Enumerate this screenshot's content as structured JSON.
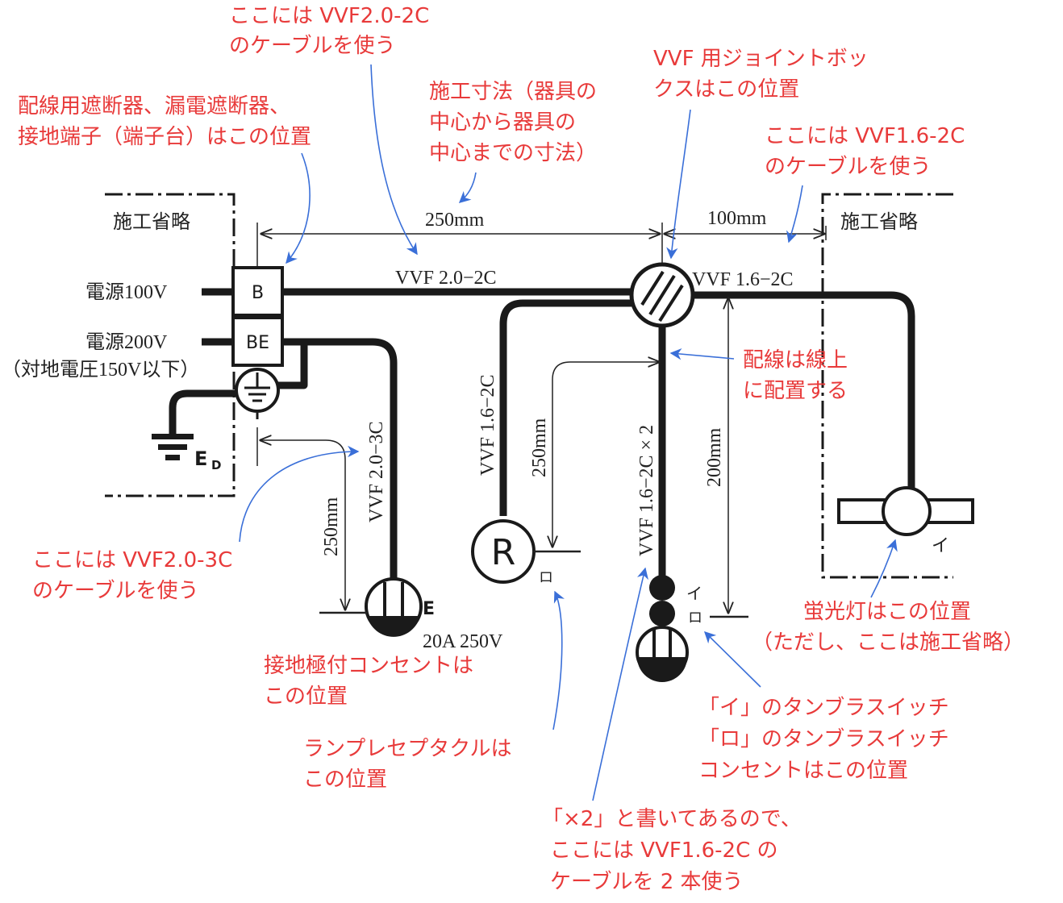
{
  "areas": {
    "omit_left": "施工省略",
    "omit_right": "施工省略"
  },
  "power": {
    "v100": "電源100V",
    "v200": "電源200V",
    "v200_note": "（対地電圧150V以下）",
    "earth": "E",
    "earth_sub": "D"
  },
  "devices": {
    "breaker": "B",
    "leakage_breaker": "BE",
    "receptacle": "R",
    "receptacle_tag": "ロ",
    "outlet_e": "E",
    "outlet_rating": "20A 250V",
    "lamp_tag": "イ",
    "switch_tag_1": "イ",
    "switch_tag_2": "ロ"
  },
  "cables": {
    "main": "VVF 2.0−2C",
    "right": "VVF 1.6−2C",
    "r_drop": "VVF 1.6−2C",
    "switch_drop": "VVF 1.6−2C × 2",
    "outlet_drop": "VVF 2.0−3C"
  },
  "dimensions": {
    "top_left": "250mm",
    "top_right": "100mm",
    "outlet": "250mm",
    "r_height": "250mm",
    "switch_height": "200mm"
  },
  "annotations": {
    "cable20_2c": [
      "ここには VVF2.0-2C",
      "のケーブルを使う"
    ],
    "breaker_pos": [
      "配線用遮断器、漏電遮断器、",
      "接地端子（端子台）はこの位置"
    ],
    "dimension": [
      "施工寸法（器具の",
      "中心から器具の",
      "中心までの寸法）"
    ],
    "joint_box": [
      "VVF 用ジョイントボッ",
      "クスはこの位置"
    ],
    "cable16_2c": [
      "ここには VVF1.6-2C",
      "のケーブルを使う"
    ],
    "on_line": [
      "配線は線上",
      "に配置する"
    ],
    "cable20_3c": [
      "ここには VVF2.0-3C",
      "のケーブルを使う"
    ],
    "outlet_pos": [
      "接地極付コンセントは",
      "この位置"
    ],
    "receptacle_pos": [
      "ランプレセプタクルは",
      "この位置"
    ],
    "fluorescent": [
      "蛍光灯はこの位置",
      "（ただし、ここは施工省略）"
    ],
    "switches": [
      "「イ」のタンブラスイッチ",
      "「ロ」のタンブラスイッチ",
      "コンセントはこの位置"
    ],
    "times2": [
      "「×2」と書いてあるので、",
      "ここには VVF1.6-2C の",
      "ケーブルを 2 本使う"
    ]
  },
  "colors": {
    "annotation_text": "#e83a3a",
    "leader_line": "#3a6fd8",
    "wire": "#1a1a1a"
  }
}
